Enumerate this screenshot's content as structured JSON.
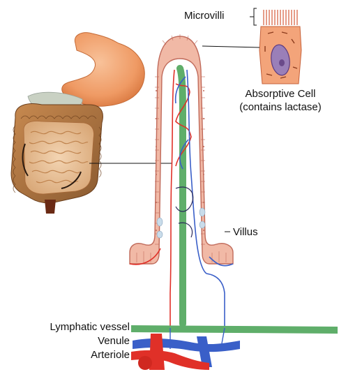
{
  "labels": {
    "microvilli": "Microvilli",
    "absorptive_cell_line1": "Absorptive Cell",
    "absorptive_cell_line2": "(contains lactase)",
    "villus": "Villus",
    "lymphatic_vessel": "Lymphatic vessel",
    "venule": "Venule",
    "arteriole": "Arteriole"
  },
  "colors": {
    "stomach": "#f0a070",
    "intestine": "#c98a52",
    "villus_wall": "#f1b9a6",
    "lacteal": "#5fae6a",
    "artery": "#e03028",
    "vein": "#3a5fc8",
    "cell_body": "#f3a47a",
    "nucleus": "#9a7fb8"
  }
}
